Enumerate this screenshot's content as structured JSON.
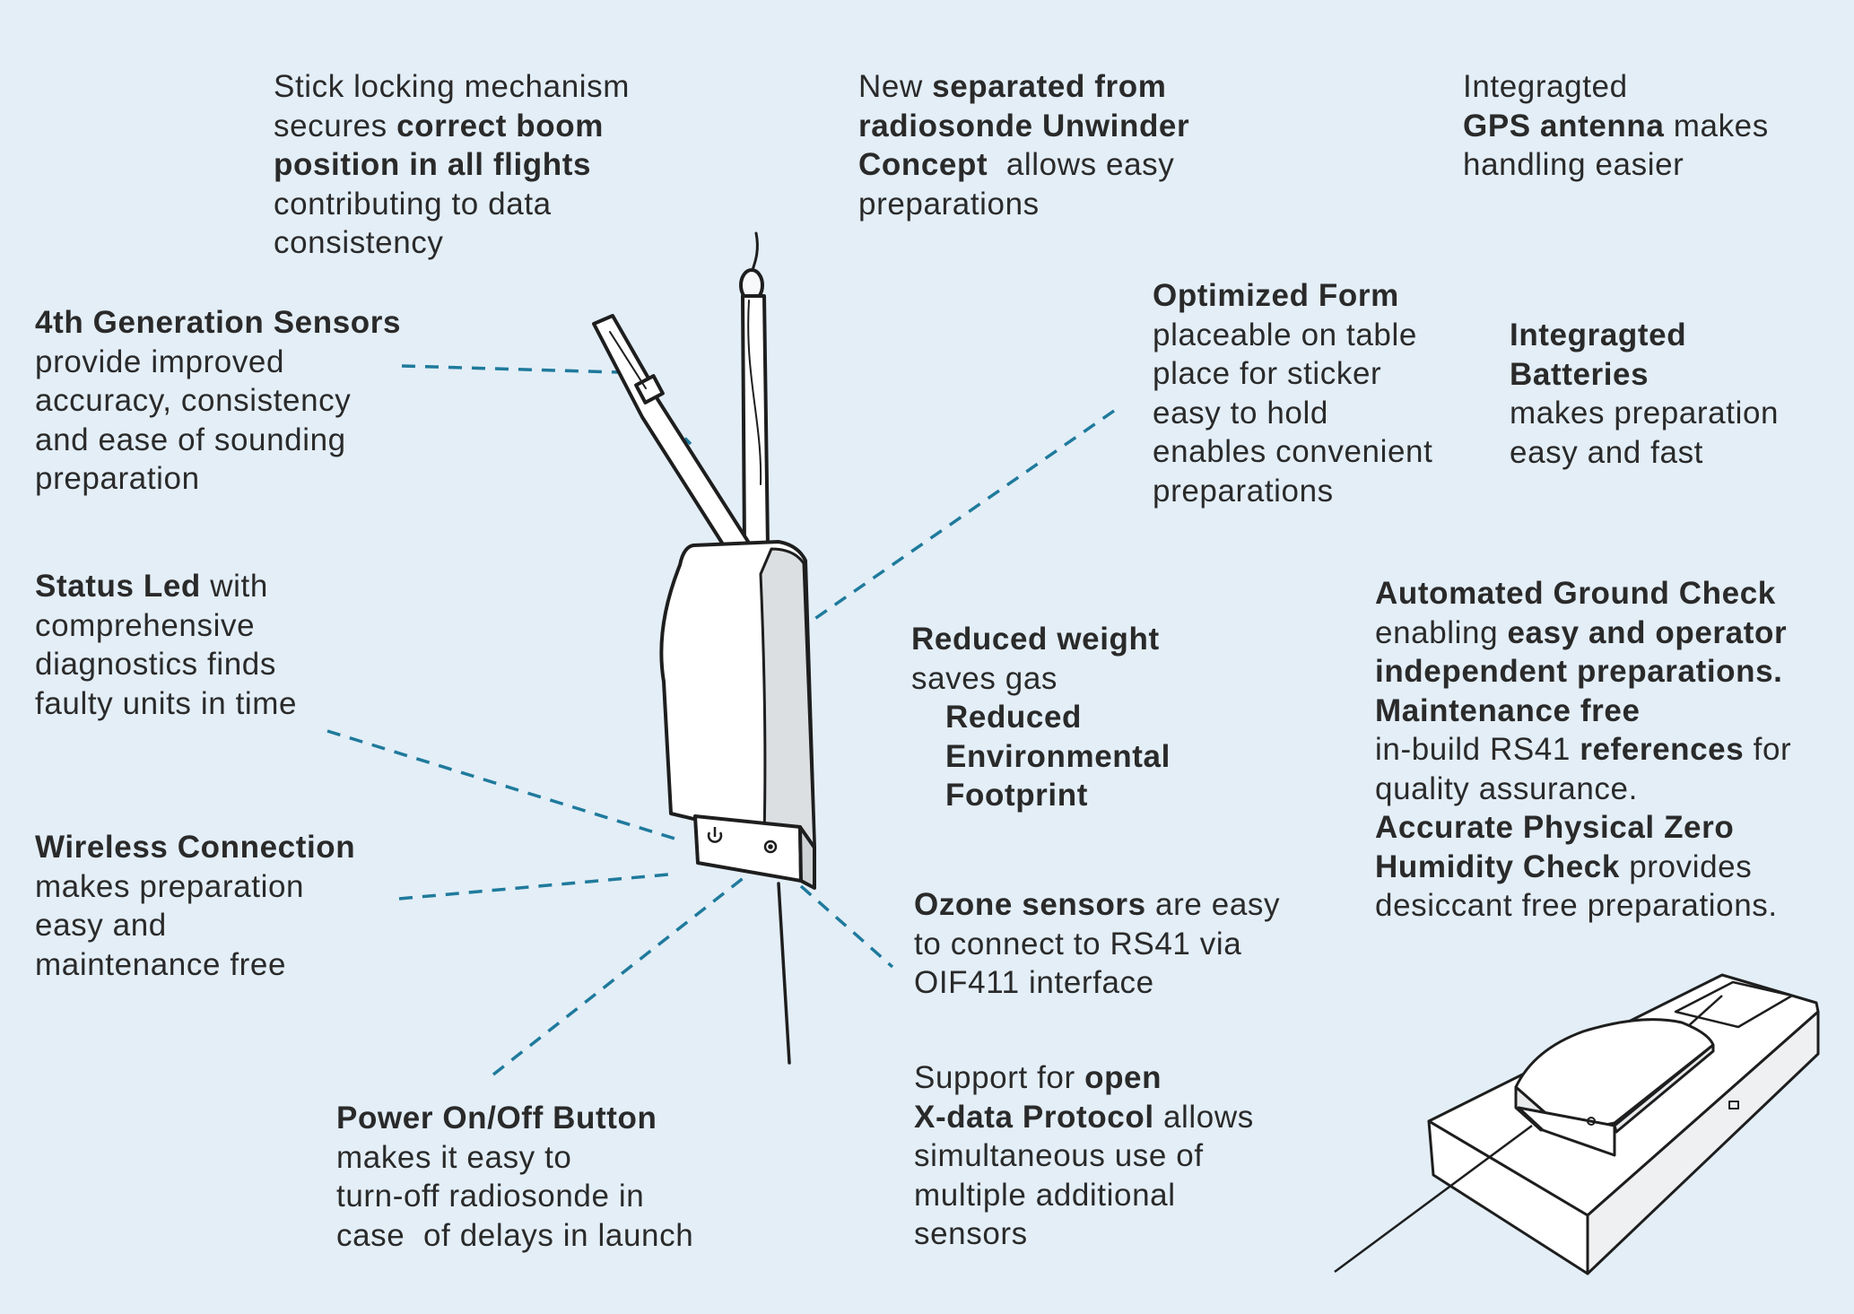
{
  "callouts": {
    "stick_locking": [
      [
        {
          "t": "Stick locking mechanism",
          "b": false
        }
      ],
      [
        {
          "t": "secures ",
          "b": false
        },
        {
          "t": "correct boom",
          "b": true
        }
      ],
      [
        {
          "t": "position in all flights",
          "b": true
        }
      ],
      [
        {
          "t": "contributing to data",
          "b": false
        }
      ],
      [
        {
          "t": "consistency",
          "b": false
        }
      ]
    ],
    "unwinder": [
      [
        {
          "t": "New ",
          "b": false
        },
        {
          "t": "separated from",
          "b": true
        }
      ],
      [
        {
          "t": "radiosonde Unwinder",
          "b": true
        }
      ],
      [
        {
          "t": "Concept",
          "b": true
        },
        {
          "t": "  allows easy",
          "b": false
        }
      ],
      [
        {
          "t": "preparations",
          "b": false
        }
      ]
    ],
    "gps": [
      [
        {
          "t": "Integragted",
          "b": false
        }
      ],
      [
        {
          "t": "GPS antenna",
          "b": true
        },
        {
          "t": " makes",
          "b": false
        }
      ],
      [
        {
          "t": "handling easier",
          "b": false
        }
      ]
    ],
    "sensors": [
      [
        {
          "t": "4th Generation Sensors",
          "b": true
        }
      ],
      [
        {
          "t": "provide improved",
          "b": false
        }
      ],
      [
        {
          "t": "accuracy, consistency",
          "b": false
        }
      ],
      [
        {
          "t": "and ease of sounding",
          "b": false
        }
      ],
      [
        {
          "t": "preparation",
          "b": false
        }
      ]
    ],
    "optimized_form": [
      [
        {
          "t": "Optimized Form",
          "b": true
        }
      ],
      [
        {
          "t": "placeable on table",
          "b": false
        }
      ],
      [
        {
          "t": "place for sticker",
          "b": false
        }
      ],
      [
        {
          "t": "easy to hold",
          "b": false
        }
      ],
      [
        {
          "t": "enables convenient",
          "b": false
        }
      ],
      [
        {
          "t": "preparations",
          "b": false
        }
      ]
    ],
    "batteries": [
      [
        {
          "t": "Integragted",
          "b": true
        }
      ],
      [
        {
          "t": "Batteries",
          "b": true
        }
      ],
      [
        {
          "t": "makes preparation",
          "b": false
        }
      ],
      [
        {
          "t": "easy and fast",
          "b": false
        }
      ]
    ],
    "status_led": [
      [
        {
          "t": "Status Led",
          "b": true
        },
        {
          "t": " with",
          "b": false
        }
      ],
      [
        {
          "t": "comprehensive",
          "b": false
        }
      ],
      [
        {
          "t": "diagnostics finds",
          "b": false
        }
      ],
      [
        {
          "t": "faulty units in time",
          "b": false
        }
      ]
    ],
    "ground_check": [
      [
        {
          "t": "Automated Ground Check",
          "b": true
        }
      ],
      [
        {
          "t": "enabling ",
          "b": false
        },
        {
          "t": "easy and operator",
          "b": true
        }
      ],
      [
        {
          "t": "independent preparations.",
          "b": true
        }
      ],
      [
        {
          "t": "Maintenance free",
          "b": true
        }
      ],
      [
        {
          "t": "in-build RS41 ",
          "b": false
        },
        {
          "t": "references",
          "b": true
        },
        {
          "t": " for",
          "b": false
        }
      ],
      [
        {
          "t": "quality assurance.",
          "b": false
        }
      ],
      [
        {
          "t": "Accurate Physical Zero",
          "b": true
        }
      ],
      [
        {
          "t": "Humidity Check",
          "b": true
        },
        {
          "t": " provides",
          "b": false
        }
      ],
      [
        {
          "t": "desiccant free preparations.",
          "b": false
        }
      ]
    ],
    "reduced_weight": [
      [
        {
          "t": "Reduced weight",
          "b": true
        }
      ],
      [
        {
          "t": "saves gas",
          "b": false
        }
      ],
      [
        {
          "t": "Reduced",
          "b": true,
          "indent": true
        }
      ],
      [
        {
          "t": "Environmental",
          "b": true,
          "indent": true
        }
      ],
      [
        {
          "t": "Footprint",
          "b": true,
          "indent": true
        }
      ]
    ],
    "wireless": [
      [
        {
          "t": "Wireless Connection",
          "b": true
        }
      ],
      [
        {
          "t": "makes preparation",
          "b": false
        }
      ],
      [
        {
          "t": "easy and",
          "b": false
        }
      ],
      [
        {
          "t": "maintenance free",
          "b": false
        }
      ]
    ],
    "ozone": [
      [
        {
          "t": "Ozone sensors",
          "b": true
        },
        {
          "t": " are easy",
          "b": false
        }
      ],
      [
        {
          "t": "to connect to RS41 via",
          "b": false
        }
      ],
      [
        {
          "t": "OIF411 interface",
          "b": false
        }
      ]
    ],
    "power": [
      [
        {
          "t": "Power On/Off Button",
          "b": true
        }
      ],
      [
        {
          "t": "makes it easy to",
          "b": false
        }
      ],
      [
        {
          "t": "turn-off radiosonde in",
          "b": false
        }
      ],
      [
        {
          "t": "case  of delays in launch",
          "b": false
        }
      ]
    ],
    "xdata": [
      [
        {
          "t": "Support for ",
          "b": false
        },
        {
          "t": "open",
          "b": true
        }
      ],
      [
        {
          "t": "X-data Protocol",
          "b": true
        },
        {
          "t": " allows",
          "b": false
        }
      ],
      [
        {
          "t": "simultaneous use of",
          "b": false
        }
      ],
      [
        {
          "t": "multiple additional",
          "b": false
        }
      ],
      [
        {
          "t": "sensors",
          "b": false
        }
      ]
    ]
  },
  "colors": {
    "background": "#e3eef7",
    "leader_line": "#1f7a9c",
    "text": "#2a2a2a",
    "outline": "#1e1e1e"
  },
  "icons": [
    "power-icon",
    "status-led-icon"
  ]
}
